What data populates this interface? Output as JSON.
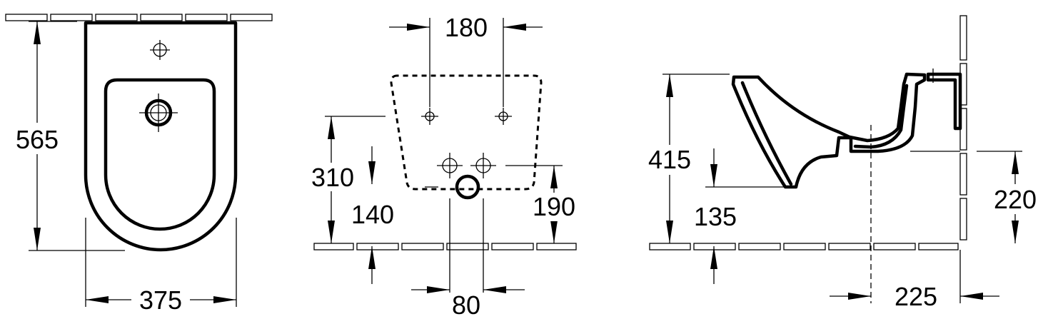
{
  "views": {
    "top": {
      "height_label": "565",
      "width_label": "375"
    },
    "wall": {
      "hole_spacing_label": "180",
      "upper_height_label": "310",
      "lower_height_label": "140",
      "waste_height_label": "190",
      "waste_spacing_label": "80"
    },
    "side": {
      "height_label": "415",
      "rim_offset_label": "135",
      "waste_height_label": "220",
      "waste_distance_label": "225"
    }
  },
  "colors": {
    "line": "#000000",
    "background": "#ffffff"
  }
}
